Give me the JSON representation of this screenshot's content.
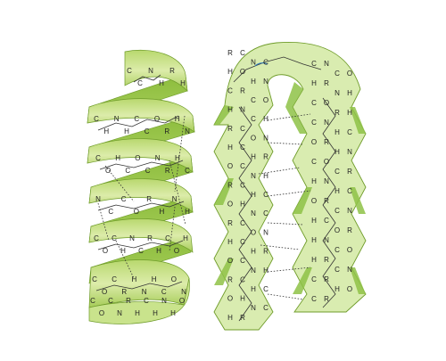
{
  "diagram": {
    "alpha_helix": {
      "turns": [
        {
          "atoms": [
            "C",
            "C",
            "N",
            "H",
            "R",
            "H"
          ]
        },
        {
          "atoms": [
            "C",
            "H",
            "N",
            "H",
            "C",
            "C",
            "O",
            "R",
            "H",
            "N"
          ]
        },
        {
          "atoms": [
            "C",
            "O",
            "H",
            "C",
            "O",
            "C",
            "N",
            "R",
            "H",
            "C"
          ]
        },
        {
          "atoms": [
            "N",
            "C",
            "C",
            "O",
            "R",
            "H",
            "N",
            "H"
          ]
        },
        {
          "atoms": [
            "C",
            "O",
            "C",
            "H",
            "N",
            "C",
            "R",
            "H",
            "C",
            "O",
            "H"
          ]
        },
        {
          "atoms": [
            "C",
            "O",
            "C",
            "R",
            "H",
            "N",
            "H",
            "C",
            "O",
            "N"
          ]
        },
        {
          "atoms": [
            "C",
            "O",
            "C",
            "N",
            "R",
            "H",
            "C",
            "H",
            "N",
            "H",
            "O"
          ]
        }
      ]
    },
    "beta_sheet": {
      "left_strand": [
        "R",
        "C",
        "N",
        "C",
        "H",
        "O",
        "H",
        "N",
        "C",
        "R",
        "C",
        "O",
        "H",
        "N",
        "C",
        "H",
        "R",
        "C",
        "O",
        "N",
        "H",
        "C",
        "H",
        "R",
        "O",
        "C",
        "N",
        "H",
        "R",
        "C",
        "H",
        "C",
        "O",
        "H",
        "N",
        "C",
        "R",
        "C",
        "O",
        "N",
        "H",
        "C",
        "H",
        "R",
        "O",
        "C",
        "N",
        "H",
        "R",
        "C",
        "H",
        "C",
        "O",
        "H",
        "N",
        "C",
        "H",
        "R"
      ],
      "right_strand": [
        "C",
        "N",
        "C",
        "O",
        "H",
        "R",
        "N",
        "H",
        "C",
        "O",
        "R",
        "H",
        "C",
        "N",
        "H",
        "C",
        "O",
        "R",
        "H",
        "N",
        "C",
        "O",
        "C",
        "R",
        "H",
        "N",
        "H",
        "C",
        "O",
        "R",
        "C",
        "N",
        "H",
        "C",
        "O",
        "R",
        "H",
        "N",
        "C",
        "O",
        "H",
        "R",
        "C",
        "N",
        "C",
        "R",
        "H",
        "O",
        "C",
        "R"
      ]
    }
  }
}
